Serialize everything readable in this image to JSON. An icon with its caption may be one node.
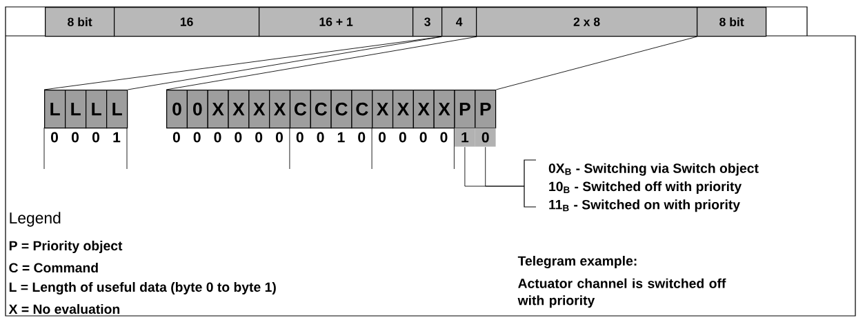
{
  "diagram": {
    "nodes": [
      {
        "text": [
          "8 bit"
        ]
      },
      {
        "text": [
          "16"
        ]
      },
      {
        "text": [
          "16 + 1"
        ]
      },
      {
        "text": [
          "3"
        ]
      },
      {
        "text": [
          "4"
        ]
      },
      {
        "text": [
          "2 x 8"
        ]
      },
      {
        "text": [
          "8 bit"
        ]
      },
      {
        "text": [
          "L"
        ]
      },
      {
        "text": [
          "L"
        ]
      },
      {
        "text": [
          "L"
        ]
      },
      {
        "text": [
          "L"
        ]
      },
      {
        "text": [
          "0"
        ]
      },
      {
        "text": [
          "0"
        ]
      },
      {
        "text": [
          "X"
        ]
      },
      {
        "text": [
          "X"
        ]
      },
      {
        "text": [
          "X"
        ]
      },
      {
        "text": [
          "X"
        ]
      },
      {
        "text": [
          "C"
        ]
      },
      {
        "text": [
          "C"
        ]
      },
      {
        "text": [
          "C"
        ]
      },
      {
        "text": [
          "C"
        ]
      },
      {
        "text": [
          "X"
        ]
      },
      {
        "text": [
          "X"
        ]
      },
      {
        "text": [
          "X"
        ]
      },
      {
        "text": [
          "X"
        ]
      },
      {
        "text": [
          "P"
        ]
      },
      {
        "text": [
          "P"
        ]
      },
      {
        "text": [
          "1"
        ]
      },
      {
        "text": [
          "0"
        ]
      },
      {
        "text": [
          "0X$_{B}$ - Switching via Switch object",
          "10$_{B}$ - Switched off with priority",
          "11$_{B}$ - Switched on with priority"
        ]
      }
    ],
    "edges": [
      {
        "from": 4,
        "to": 7,
        "arrow": "none"
      },
      {
        "from": 4,
        "to": 10,
        "arrow": "none"
      },
      {
        "from": 4,
        "to": 11,
        "arrow": "none"
      },
      {
        "from": 6,
        "to": 26,
        "arrow": "none"
      },
      {
        "from": 27,
        "to": 29,
        "arrow": "none"
      },
      {
        "from": 28,
        "to": 29,
        "arrow": "none"
      }
    ],
    "labels": [
      "0",
      "0",
      "0",
      "1",
      "0",
      "0",
      "0",
      "0",
      "0",
      "0",
      "0",
      "0",
      "1",
      "0",
      "0",
      "0",
      "0",
      "0",
      "Legend",
      "Telegram example:",
      "Actuator channel is switched off with priority"
    ],
    "legend": [
      {
        "text": "P = Priority object"
      },
      {
        "text": "C = Command"
      },
      {
        "text": "L = Length of useful data (byte 0 to byte 1)"
      },
      {
        "text": "X = No evaluation"
      }
    ]
  }
}
